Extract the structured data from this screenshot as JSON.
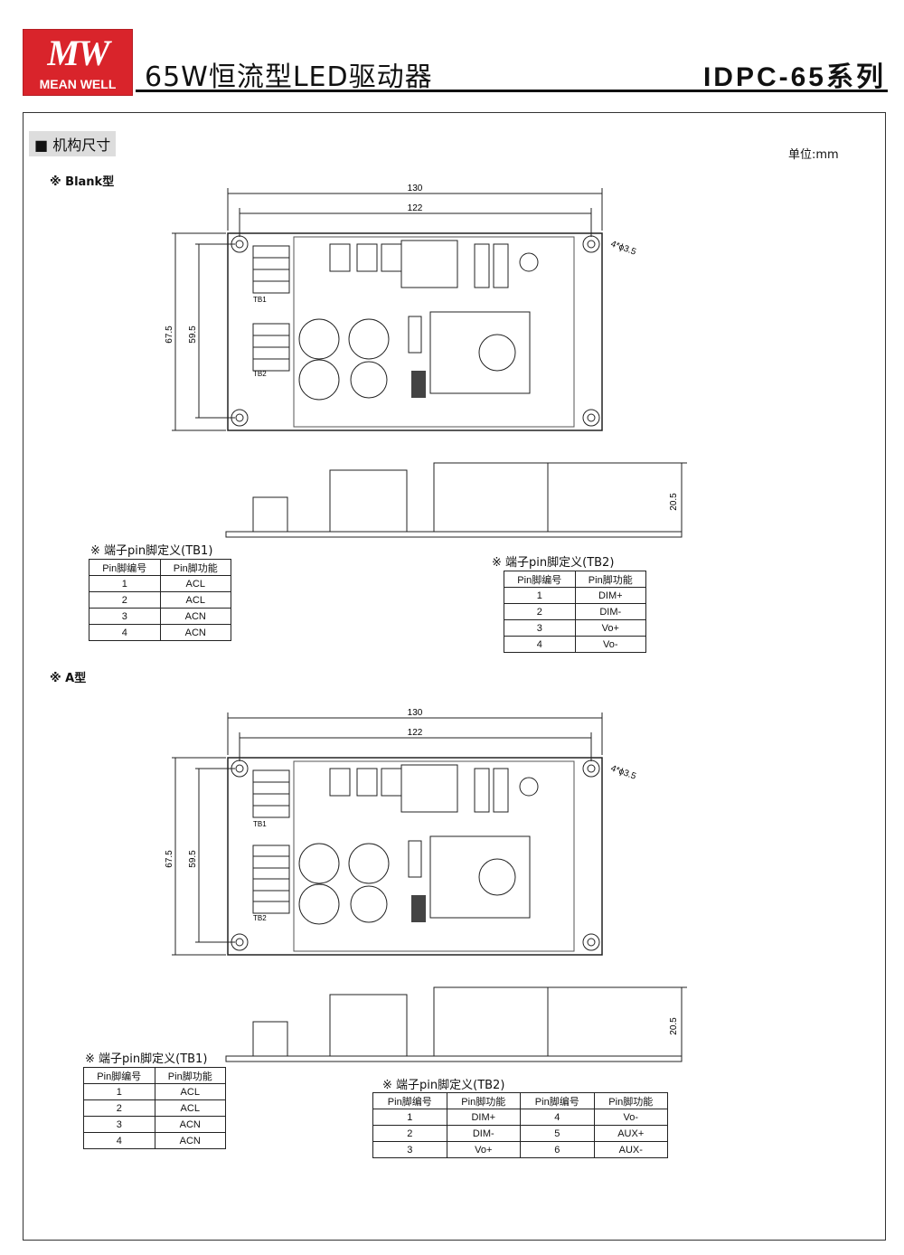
{
  "header": {
    "logo_mark": "MW",
    "logo_name": "MEAN WELL",
    "title": "65W恒流型LED驱动器",
    "series": "IDPC-65系列"
  },
  "section": {
    "title": "机构尺寸",
    "unit": "单位:mm"
  },
  "variants": [
    {
      "label": "※ Blank型",
      "dims": {
        "width_outer": "130",
        "width_inner": "122",
        "height_outer": "67.5",
        "height_inner": "59.5",
        "hole": "4*ϕ3.5",
        "profile_height": "20.5"
      },
      "terminals": [
        "TB1",
        "TB2"
      ],
      "tb1": {
        "caption": "※ 端子pin脚定义(TB1)",
        "headers": [
          "Pin脚编号",
          "Pin脚功能"
        ],
        "rows": [
          [
            "1",
            "ACL"
          ],
          [
            "2",
            "ACL"
          ],
          [
            "3",
            "ACN"
          ],
          [
            "4",
            "ACN"
          ]
        ]
      },
      "tb2": {
        "caption": "※ 端子pin脚定义(TB2)",
        "headers": [
          "Pin脚编号",
          "Pin脚功能"
        ],
        "rows": [
          [
            "1",
            "DIM+"
          ],
          [
            "2",
            "DIM-"
          ],
          [
            "3",
            "Vo+"
          ],
          [
            "4",
            "Vo-"
          ]
        ]
      }
    },
    {
      "label": "※ A型",
      "dims": {
        "width_outer": "130",
        "width_inner": "122",
        "height_outer": "67.5",
        "height_inner": "59.5",
        "hole": "4*ϕ3.5",
        "profile_height": "20.5"
      },
      "terminals": [
        "TB1",
        "TB2"
      ],
      "tb1": {
        "caption": "※ 端子pin脚定义(TB1)",
        "headers": [
          "Pin脚编号",
          "Pin脚功能"
        ],
        "rows": [
          [
            "1",
            "ACL"
          ],
          [
            "2",
            "ACL"
          ],
          [
            "3",
            "ACN"
          ],
          [
            "4",
            "ACN"
          ]
        ]
      },
      "tb2": {
        "caption": "※ 端子pin脚定义(TB2)",
        "headers": [
          "Pin脚编号",
          "Pin脚功能",
          "Pin脚编号",
          "Pin脚功能"
        ],
        "rows": [
          [
            "1",
            "DIM+",
            "4",
            "Vo-"
          ],
          [
            "2",
            "DIM-",
            "5",
            "AUX+"
          ],
          [
            "3",
            "Vo+",
            "6",
            "AUX-"
          ]
        ]
      }
    }
  ],
  "colors": {
    "brand_red": "#d9242b",
    "ink": "#111111"
  }
}
